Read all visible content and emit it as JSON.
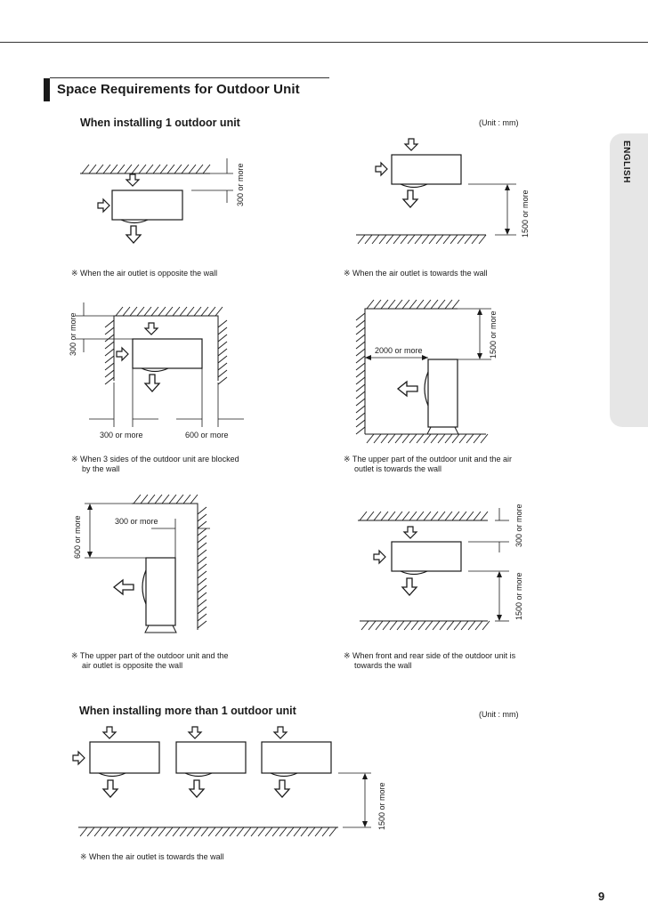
{
  "header": {
    "title": "Space Requirements for Outdoor Unit"
  },
  "language_tab": "ENGLISH",
  "page_number": "9",
  "section_single": {
    "heading": "When installing 1 outdoor unit",
    "unit_label": "(Unit : mm)",
    "captions": {
      "fig1": "※  When the air outlet is opposite the wall",
      "fig2": "※  When the air outlet is towards the wall",
      "fig3_line1": "※  When 3 sides of the outdoor unit are blocked",
      "fig3_line2": "by the wall",
      "fig4_line1": "※  The upper part of the outdoor unit and the air",
      "fig4_line2": "outlet is towards the wall",
      "fig5_line1": "※  The upper part of the outdoor unit and the",
      "fig5_line2": "air outlet is opposite the wall",
      "fig6_line1": "※  When front and rear side of the outdoor unit is",
      "fig6_line2": "towards the wall"
    },
    "dims": {
      "d300": "300 or more",
      "d1500": "1500 or more",
      "d600": "600 or more",
      "d2000": "2000 or more"
    }
  },
  "section_multi": {
    "heading": "When installing more than 1 outdoor unit",
    "unit_label": "(Unit : mm)",
    "caption": "※  When the air outlet is towards the wall",
    "dim": "1500 or more"
  }
}
